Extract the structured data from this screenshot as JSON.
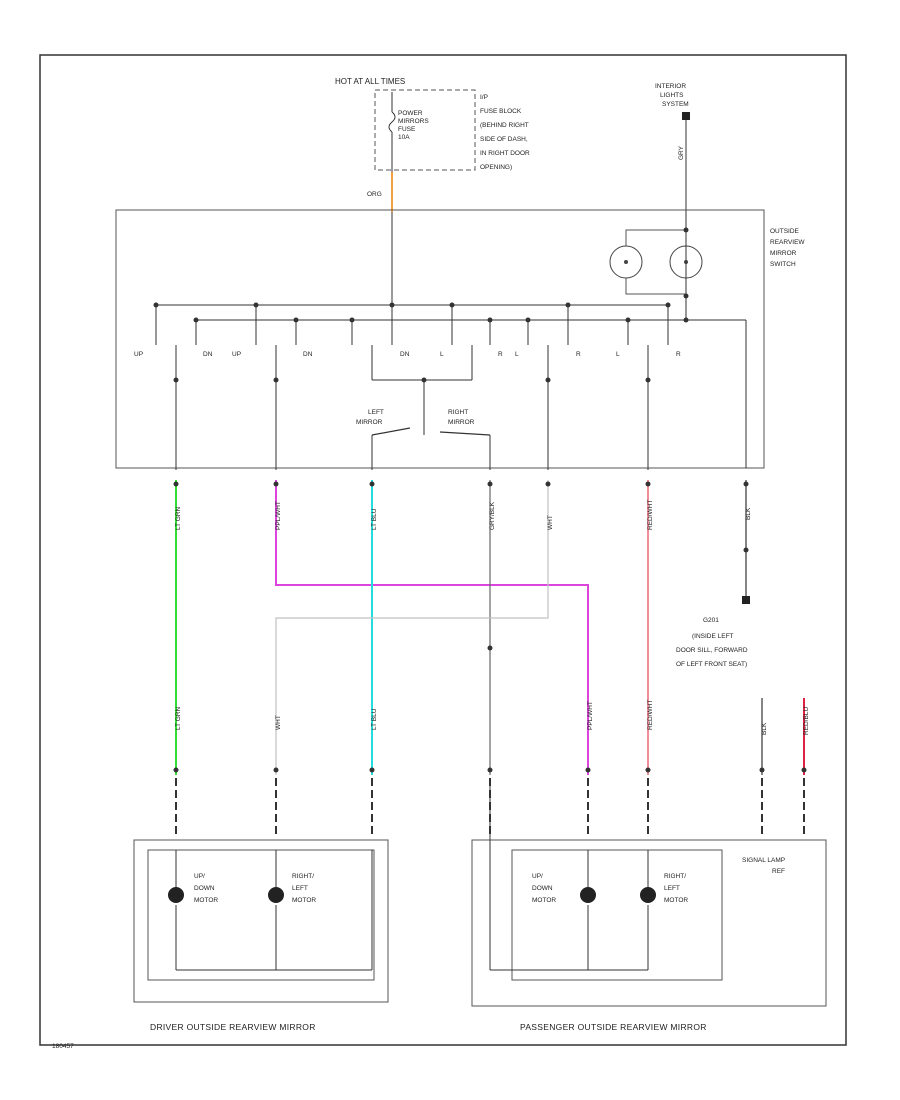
{
  "fuse_block": {
    "hot_label": "HOT AT ALL TIMES",
    "fuse_lines": [
      "POWER",
      "MIRRORS",
      "FUSE",
      "10A"
    ],
    "location_lines": [
      "I/P",
      "FUSE BLOCK",
      "(BEHIND RIGHT",
      "SIDE OF DASH,",
      "IN RIGHT DOOR",
      "OPENING)"
    ]
  },
  "interior_lights": {
    "lines": [
      "INTERIOR",
      "LIGHTS",
      "SYSTEM"
    ],
    "wire": "GRY"
  },
  "mirror_switch": {
    "lines": [
      "OUTSIDE",
      "REARVIEW",
      "MIRROR",
      "SWITCH"
    ],
    "feed_wire": "ORG",
    "contact_labels": [
      "UP",
      "DN",
      "UP",
      "DN",
      "DN",
      "L",
      "R",
      "L",
      "R",
      "L",
      "R"
    ],
    "left_mirror": [
      "LEFT",
      "MIRROR"
    ],
    "right_mirror": [
      "RIGHT",
      "MIRROR"
    ]
  },
  "wires": [
    {
      "name": "LT GRN",
      "color": "#33dd33"
    },
    {
      "name": "PPL/WHT",
      "color": "#dd44dd"
    },
    {
      "name": "LT BLU",
      "color": "#22dddd"
    },
    {
      "name": "GRY/BLK",
      "color": "#444444"
    },
    {
      "name": "WHT",
      "color": "#c8c8c8"
    },
    {
      "name": "RED/WHT",
      "color": "#ee6677"
    },
    {
      "name": "BLK",
      "color": "#222222"
    },
    {
      "name": "RED/BLU",
      "color": "#dd2244"
    }
  ],
  "ground": {
    "lines": [
      "G201",
      "(INSIDE LEFT",
      "DOOR SILL, FORWARD",
      "OF LEFT FRONT SEAT)"
    ]
  },
  "driver_mirror": {
    "title": "DRIVER OUTSIDE REARVIEW MIRROR",
    "motor1": [
      "UP/",
      "DOWN",
      "MOTOR"
    ],
    "motor2": [
      "RIGHT/",
      "LEFT",
      "MOTOR"
    ]
  },
  "passenger_mirror": {
    "title": "PASSENGER OUTSIDE REARVIEW MIRROR",
    "motor1": [
      "UP/",
      "DOWN",
      "MOTOR"
    ],
    "motor2": [
      "RIGHT/",
      "LEFT",
      "MOTOR"
    ],
    "signal_lamp": [
      "SIGNAL LAMP",
      "REF"
    ]
  },
  "corner_code": "180457"
}
